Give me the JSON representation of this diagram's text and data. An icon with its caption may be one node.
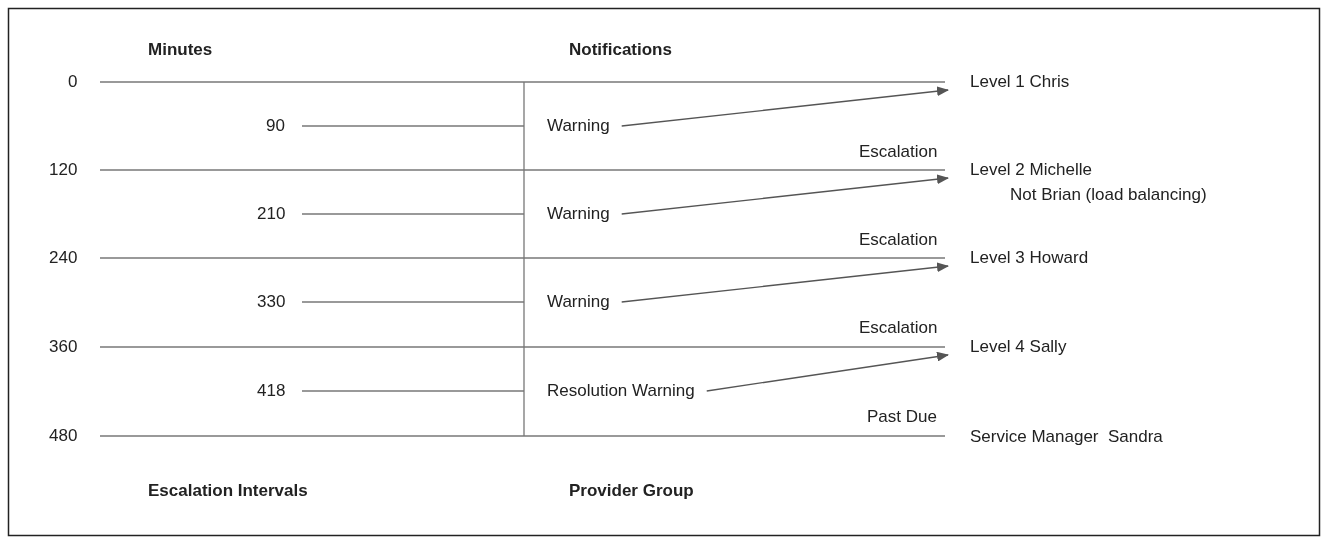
{
  "diagram": {
    "nodes": [
      {
        "text": [
          "Level 1 Chris"
        ]
      },
      {
        "text": [
          "Warning"
        ]
      },
      {
        "text": [
          "Level 2 Michelle"
        ],
        "beside": [
          "Not Brian (load balancing)"
        ]
      },
      {
        "text": [
          "Warning"
        ]
      },
      {
        "text": [
          "Level 3 Howard"
        ]
      },
      {
        "text": [
          "Warning"
        ]
      },
      {
        "text": [
          "Level 4 Sally"
        ]
      },
      {
        "text": [
          "Resolution Warning"
        ]
      }
    ],
    "edges": [
      {
        "from": 1,
        "to": 0,
        "arrow": "to"
      },
      {
        "from": 3,
        "to": 2,
        "arrow": "to"
      },
      {
        "from": 5,
        "to": 4,
        "arrow": "to"
      },
      {
        "from": 7,
        "to": 6,
        "arrow": "to"
      }
    ],
    "labels": [
      "Minutes",
      "Notifications",
      "0",
      "90",
      "Escalation",
      "120",
      "210",
      "Escalation",
      "240",
      "330",
      "Escalation",
      "360",
      "418",
      "Past Due",
      "480",
      "Service Manager  Sandra",
      "Escalation Intervals",
      "Provider Group"
    ]
  }
}
